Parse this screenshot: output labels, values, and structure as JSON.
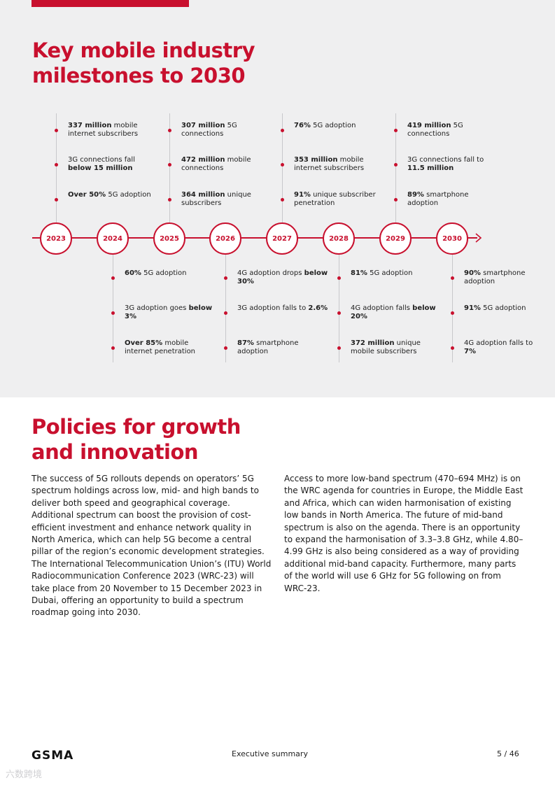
{
  "header": {
    "accent_color": "#c8102e"
  },
  "timeline": {
    "title": "Key mobile industry\nmilestones to 2030",
    "years": [
      {
        "label": "2023",
        "position": "above",
        "stats": [
          [
            {
              "t": "337 million",
              "b": true
            },
            {
              "t": " mobile internet subscribers",
              "b": false
            }
          ],
          [
            {
              "t": "3G connections fall ",
              "b": false
            },
            {
              "t": "below 15 million",
              "b": true
            }
          ],
          [
            {
              "t": "Over 50%",
              "b": true
            },
            {
              "t": " 5G adoption",
              "b": false
            }
          ]
        ]
      },
      {
        "label": "2024",
        "position": "below",
        "stats": [
          [
            {
              "t": "60%",
              "b": true
            },
            {
              "t": " 5G adoption",
              "b": false
            }
          ],
          [
            {
              "t": "3G adoption goes ",
              "b": false
            },
            {
              "t": "below 3%",
              "b": true
            }
          ],
          [
            {
              "t": "Over 85%",
              "b": true
            },
            {
              "t": " mobile internet penetration",
              "b": false
            }
          ]
        ]
      },
      {
        "label": "2025",
        "position": "above",
        "stats": [
          [
            {
              "t": "307 million",
              "b": true
            },
            {
              "t": " 5G connections",
              "b": false
            }
          ],
          [
            {
              "t": "472 million",
              "b": true
            },
            {
              "t": " mobile connections",
              "b": false
            }
          ],
          [
            {
              "t": "364 million",
              "b": true
            },
            {
              "t": " unique subscribers",
              "b": false
            }
          ]
        ]
      },
      {
        "label": "2026",
        "position": "below",
        "stats": [
          [
            {
              "t": "4G adoption drops ",
              "b": false
            },
            {
              "t": "below 30%",
              "b": true
            }
          ],
          [
            {
              "t": "3G adoption falls to ",
              "b": false
            },
            {
              "t": "2.6%",
              "b": true
            }
          ],
          [
            {
              "t": "87%",
              "b": true
            },
            {
              "t": " smartphone adoption",
              "b": false
            }
          ]
        ]
      },
      {
        "label": "2027",
        "position": "above",
        "stats": [
          [
            {
              "t": "76%",
              "b": true
            },
            {
              "t": " 5G adoption",
              "b": false
            }
          ],
          [
            {
              "t": "353 million",
              "b": true
            },
            {
              "t": " mobile internet subscribers",
              "b": false
            }
          ],
          [
            {
              "t": "91%",
              "b": true
            },
            {
              "t": " unique subscriber penetration",
              "b": false
            }
          ]
        ]
      },
      {
        "label": "2028",
        "position": "below",
        "stats": [
          [
            {
              "t": "81%",
              "b": true
            },
            {
              "t": " 5G adoption",
              "b": false
            }
          ],
          [
            {
              "t": "4G adoption falls ",
              "b": false
            },
            {
              "t": "below 20%",
              "b": true
            }
          ],
          [
            {
              "t": "372 million",
              "b": true
            },
            {
              "t": " unique mobile subscribers",
              "b": false
            }
          ]
        ]
      },
      {
        "label": "2029",
        "position": "above",
        "stats": [
          [
            {
              "t": "419 million",
              "b": true
            },
            {
              "t": " 5G connections",
              "b": false
            }
          ],
          [
            {
              "t": "3G connections fall to ",
              "b": false
            },
            {
              "t": "11.5 million",
              "b": true
            }
          ],
          [
            {
              "t": "89%",
              "b": true
            },
            {
              "t": " smartphone adoption",
              "b": false
            }
          ]
        ]
      },
      {
        "label": "2030",
        "position": "below",
        "stats": [
          [
            {
              "t": "90%",
              "b": true
            },
            {
              "t": " smartphone adoption",
              "b": false
            }
          ],
          [
            {
              "t": "91%",
              "b": true
            },
            {
              "t": " 5G adoption",
              "b": false
            }
          ],
          [
            {
              "t": "4G adoption falls to ",
              "b": false
            },
            {
              "t": "7%",
              "b": true
            }
          ]
        ]
      }
    ]
  },
  "policies": {
    "title": "Policies for growth\nand innovation",
    "left_paragraph": "The success of 5G rollouts depends on operators’ 5G spectrum holdings across low, mid- and high bands to deliver both speed and geographical coverage. Additional spectrum can boost the provision of cost-efficient investment and enhance network quality in North America, which can help 5G become a central pillar of the region’s economic development strategies. The International Telecommunication Union’s (ITU) World Radiocommunication Conference 2023 (WRC-23) will take place from 20 November to 15 December 2023 in Dubai, offering an opportunity to build a spectrum roadmap going into 2030.",
    "right_paragraph": "Access to more low-band spectrum (470–694 MHz) is on the WRC agenda for countries in Europe, the Middle East and Africa, which can widen harmonisation of existing low bands in North America. The future of mid-band spectrum is also on the agenda. There is an opportunity to expand the harmonisation of 3.3–3.8 GHz, while 4.80–4.99 GHz is also being considered as a way of providing additional mid-band capacity. Furthermore, many parts of the world will use 6 GHz for 5G following on from WRC-23."
  },
  "footer": {
    "logo": "GSMA",
    "section": "Executive summary",
    "page": "5 / 46",
    "watermark": "六数跨境"
  }
}
